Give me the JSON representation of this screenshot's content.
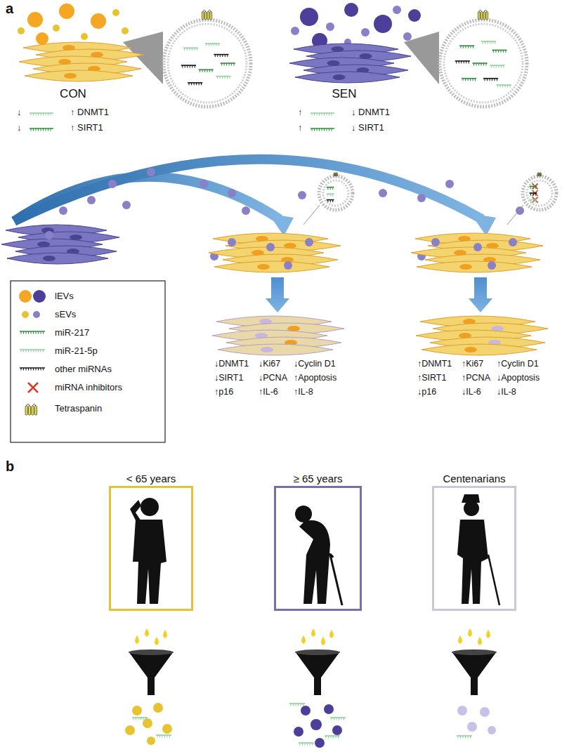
{
  "diagram": {
    "nodes": [
      {
        "text": [
          "< 65 years"
        ]
      },
      {
        "text": [
          "≥ 65 years"
        ]
      },
      {
        "text": [
          "Centenarians"
        ]
      }
    ],
    "labels": [
      "a",
      "CON",
      "↓",
      "↑ DNMT1",
      "↓",
      "↑ SIRT1",
      "SEN",
      "↑",
      "↓ DNMT1",
      "↑",
      "↓ SIRT1",
      "↓DNMT1",
      "↓Ki67",
      "↓Cyclin D1",
      "↓SIRT1",
      "↓PCNA",
      "↑Apoptosis",
      "↑p16",
      "↑IL-6",
      "↑IL-8",
      "↑DNMT1",
      "↑Ki67",
      "↑Cyclin D1",
      "↑SIRT1",
      "↑PCNA",
      "↓Apoptosis",
      "↓p16",
      "↓IL-6",
      "↓IL-8",
      "b"
    ],
    "legend": [
      {
        "text": "lEVs"
      },
      {
        "text": "sEVs"
      },
      {
        "text": "miR-217"
      },
      {
        "text": "miR-21-5p"
      },
      {
        "text": "other miRNAs"
      },
      {
        "text": "miRNA inhibitors"
      },
      {
        "text": "Tetraspanin"
      }
    ]
  }
}
